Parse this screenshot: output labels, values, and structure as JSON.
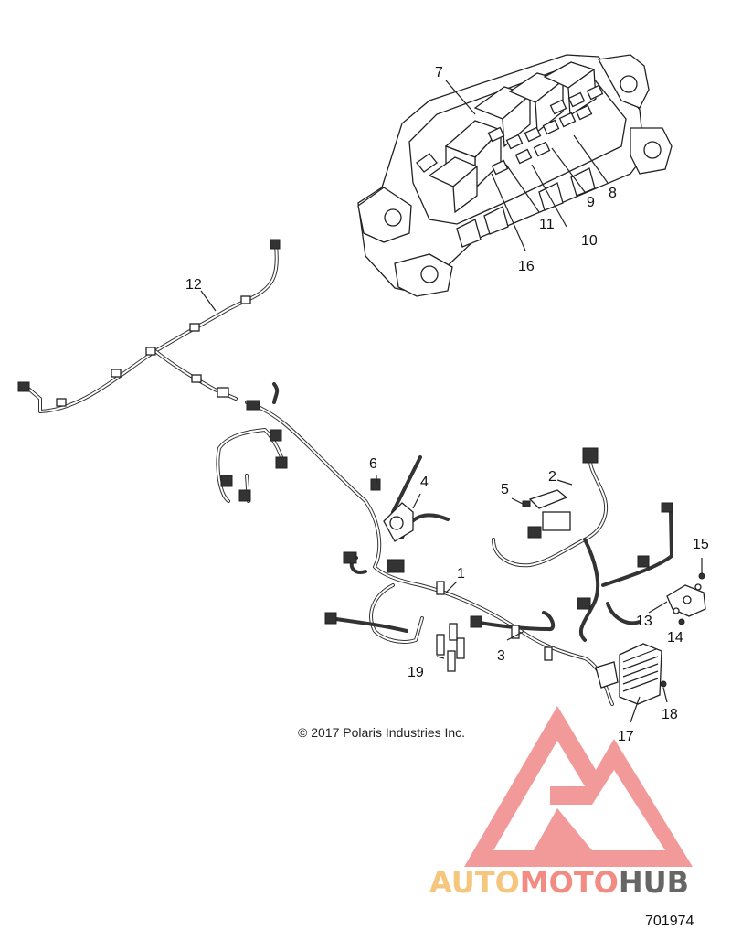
{
  "diagram": {
    "callouts": [
      "1",
      "2",
      "3",
      "4",
      "5",
      "6",
      "7",
      "8",
      "9",
      "10",
      "11",
      "12",
      "13",
      "14",
      "15",
      "16",
      "17",
      "18",
      "19"
    ],
    "copyright": "© 2017 Polaris Industries Inc.",
    "document_number": "701974"
  },
  "watermark": {
    "word_part1": "AUTO",
    "word_part2": "MOTO",
    "word_part3": "HUB",
    "colors": {
      "part1": "#f5c77e",
      "part2": "#f28b82",
      "part3": "#666666",
      "triangle": "#f08080"
    }
  }
}
